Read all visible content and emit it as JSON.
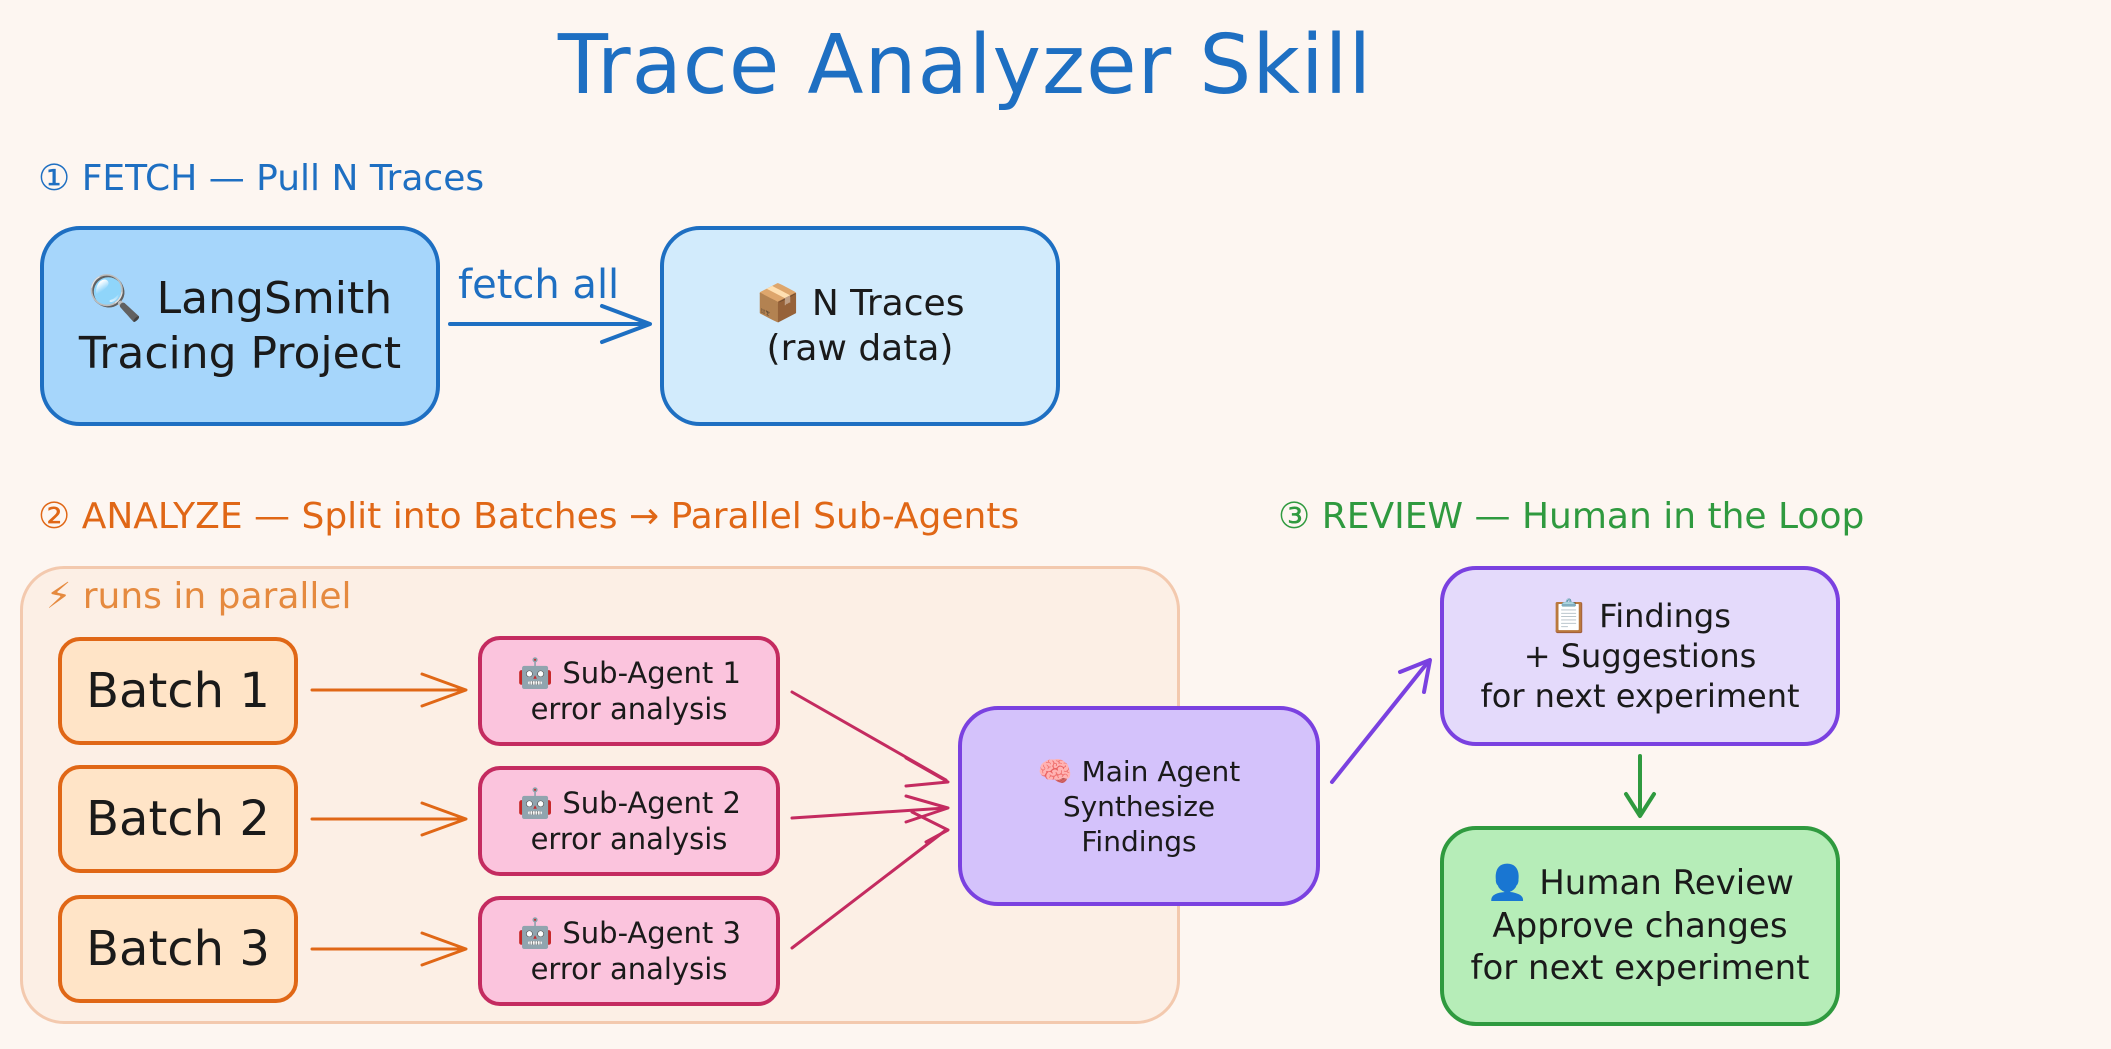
{
  "title": "Trace Analyzer Skill",
  "sections": {
    "fetch": "① FETCH — Pull N Traces",
    "analyze": "② ANALYZE — Split into Batches → Parallel Sub-Agents",
    "review": "③ REVIEW — Human in the Loop"
  },
  "nodes": {
    "langsmith": {
      "icon": "🔍",
      "line1": "LangSmith",
      "line2": "Tracing Project"
    },
    "ntraces": {
      "icon": "📦",
      "line1": "N Traces",
      "line2": "(raw data)"
    },
    "parallel_group": {
      "icon": "⚡",
      "label": "runs in parallel"
    },
    "batches": [
      "Batch 1",
      "Batch 2",
      "Batch 3"
    ],
    "subagents": [
      {
        "icon": "🤖",
        "line1": "Sub-Agent 1",
        "line2": "error analysis"
      },
      {
        "icon": "🤖",
        "line1": "Sub-Agent 2",
        "line2": "error analysis"
      },
      {
        "icon": "🤖",
        "line1": "Sub-Agent 3",
        "line2": "error analysis"
      }
    ],
    "main_agent": {
      "icon": "🧠",
      "line1": "Main Agent",
      "line2": "Synthesize",
      "line3": "Findings"
    },
    "findings": {
      "icon": "📋",
      "line1": "Findings",
      "line2": "+ Suggestions",
      "line3": "for next experiment"
    },
    "human_review": {
      "icon": "👤",
      "line1": "Human Review",
      "line2": "Approve changes",
      "line3": "for next experiment"
    }
  },
  "edges": {
    "fetch_label": "fetch all"
  },
  "colors": {
    "blue": "#1e6fc2",
    "orange": "#e06716",
    "pink": "#c42b60",
    "purple": "#7a41e0",
    "green": "#2f9a3f",
    "background": "#fdf6f1"
  }
}
